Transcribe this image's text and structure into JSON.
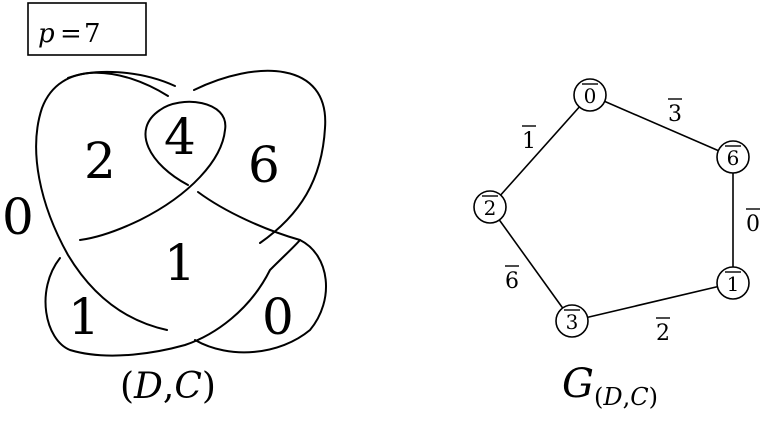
{
  "p_box": {
    "var": "p",
    "eq": "=",
    "val": "7"
  },
  "knot": {
    "regions": {
      "outer_left": "0",
      "top_left": "2",
      "top_center": "4",
      "top_right": "6",
      "center": "1",
      "bottom_left": "1",
      "bottom_right": "0"
    },
    "caption": {
      "open": "(",
      "d": "D",
      "comma": ",",
      "c": "C",
      "close": ")"
    }
  },
  "graph": {
    "nodes": [
      {
        "id": "n0",
        "label": "0",
        "bar": true
      },
      {
        "id": "n6",
        "label": "6",
        "bar": true
      },
      {
        "id": "n1",
        "label": "1",
        "bar": true
      },
      {
        "id": "n3",
        "label": "3",
        "bar": true
      },
      {
        "id": "n2",
        "label": "2",
        "bar": true
      }
    ],
    "edges": [
      {
        "from": "n0",
        "to": "n6",
        "label": "3",
        "bar": true
      },
      {
        "from": "n6",
        "to": "n1",
        "label": "0",
        "bar": true
      },
      {
        "from": "n1",
        "to": "n3",
        "label": "2",
        "bar": true
      },
      {
        "from": "n3",
        "to": "n2",
        "label": "6",
        "bar": true
      },
      {
        "from": "n2",
        "to": "n0",
        "label": "1",
        "bar": true
      }
    ],
    "caption": {
      "g": "G",
      "sub_open": "(",
      "sub_d": "D",
      "sub_comma": ",",
      "sub_c": "C",
      "sub_close": ")"
    }
  }
}
